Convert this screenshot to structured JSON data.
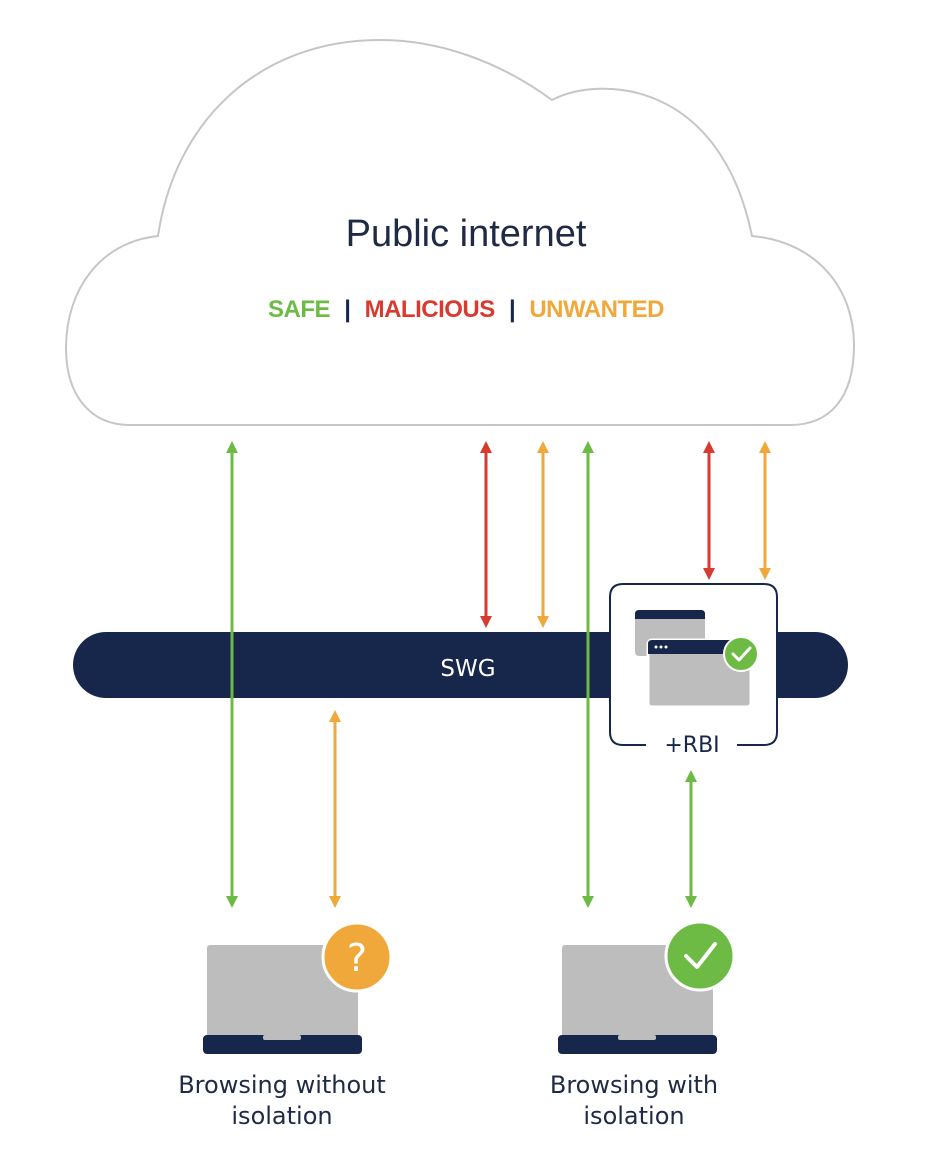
{
  "cloud": {
    "title": "Public internet",
    "categories": [
      {
        "label": "SAFE",
        "color": "#6dbb45"
      },
      {
        "label": "MALICIOUS",
        "color": "#d93a30"
      },
      {
        "label": "UNWANTED",
        "color": "#f0a83a"
      }
    ],
    "separator": "|"
  },
  "gateway": {
    "label": "SWG",
    "addon_label": "+RBI"
  },
  "devices": [
    {
      "label_line1": "Browsing without",
      "label_line2": "isolation",
      "status": "unknown",
      "status_icon": "question-icon"
    },
    {
      "label_line1": "Browsing with",
      "label_line2": "isolation",
      "status": "verified",
      "status_icon": "check-icon"
    }
  ],
  "colors": {
    "safe": "#6dbb45",
    "malicious": "#d93a30",
    "unwanted": "#f0a83a",
    "navy": "#17264b",
    "cloud_outline": "#c6c6c6",
    "device_gray": "#bdbdbd",
    "text": "#1f2a44"
  }
}
